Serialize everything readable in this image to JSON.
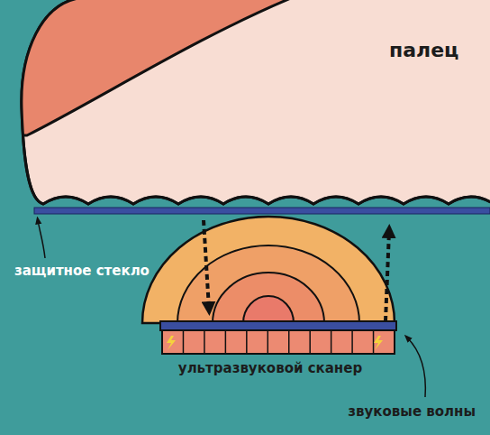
{
  "diagram": {
    "labels": [
      "палец",
      "защитное стекло",
      "ультразвуковой сканер",
      "звуковые волны"
    ]
  }
}
